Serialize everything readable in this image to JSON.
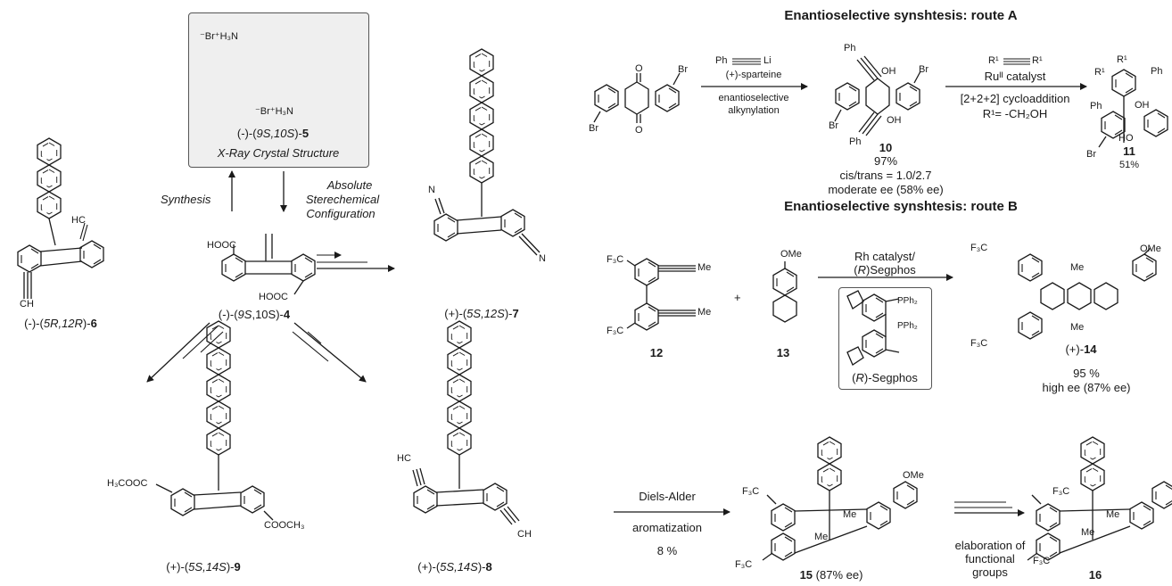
{
  "left": {
    "xray_box": {
      "ammonium_top": "⁻Br⁺H₃N",
      "ammonium_bottom": "⁻Br⁺H₃N",
      "compound_prefix": "(-)-(",
      "compound_config": "9S,10S",
      "compound_close": ")-",
      "compound_num": "5",
      "caption": "X-Ray Crystal Structure"
    },
    "arrow_synthesis": "Synthesis",
    "arrow_absolute_1": "Absolute",
    "arrow_absolute_2": "Sterechemical",
    "arrow_absolute_3": "Configuration",
    "center": {
      "cooh_top": "HOOC",
      "cooh_bottom": "HOOC",
      "label_prefix": "(-)-(",
      "label_config": "9S",
      "label_rest": ",10S)-",
      "label_num": "4"
    },
    "c6": {
      "hc": "HC",
      "ch": "CH",
      "label_prefix": "(-)-(",
      "label_config": "5R,12R",
      "label_close": ")-",
      "label_num": "6"
    },
    "c7": {
      "n_top": "N",
      "n_bottom": "N",
      "label_prefix": "(+)-(",
      "label_config": "5S,12S",
      "label_close": ")-",
      "label_num": "7"
    },
    "c9": {
      "ester_left": "H₃COOC",
      "ester_right": "COOCH₃",
      "label_prefix": "(+)-(",
      "label_config": "5S,14S",
      "label_close": ")-",
      "label_num": "9"
    },
    "c8": {
      "hc": "HC",
      "ch": "CH",
      "label_prefix": "(+)-(",
      "label_config": "5S,14S",
      "label_close": ")-",
      "label_num": "8"
    }
  },
  "route_a": {
    "title": "Enantioselective synshtesis: route A",
    "sm_br_top": "Br",
    "sm_br_bottom": "Br",
    "sm_o_top": "O",
    "sm_o_bottom": "O",
    "reagent_1": "Ph",
    "reagent_1b": "Li",
    "reagent_2": "(+)-sparteine",
    "cond_1": "enantioselective",
    "cond_2": "alkynylation",
    "c10": {
      "ph_top": "Ph",
      "ph_bottom": "Ph",
      "oh_top": "OH",
      "oh_bottom": "OH",
      "br_top": "Br",
      "br_bottom": "Br",
      "num": "10",
      "yield": "97%",
      "ratio": "cis/trans = 1.0/2.7",
      "ee": "moderate ee (58% ee)"
    },
    "reagent_r1_left": "R¹",
    "reagent_r1_right": "R¹",
    "catalyst": "Ruᴵᴵ catalyst",
    "reaction": "[2+2+2] cycloaddition",
    "r1_def": "R¹= -CH₂OH",
    "c11": {
      "r1a": "R¹",
      "r1b": "R¹",
      "ph_a": "Ph",
      "ph_b": "Ph",
      "oh": "OH",
      "ho": "HO",
      "br": "Br",
      "num": "11",
      "yield": "51%"
    }
  },
  "route_b": {
    "title": "Enantioselective synshtesis: route B",
    "c12": {
      "cf3_top": "F₃C",
      "cf3_bottom": "F₃C",
      "me_top": "Me",
      "me_bottom": "Me",
      "num": "12"
    },
    "plus": "+",
    "c13": {
      "ome": "OMe",
      "num": "13"
    },
    "cond_1": "Rh catalyst/",
    "cond_2_prefix": "(",
    "cond_2_r": "R",
    "cond_2_rest": ")Segphos",
    "segphos": {
      "pph2_top": "PPh₂",
      "pph2_bottom": "PPh₂",
      "label_prefix": "(",
      "label_r": "R",
      "label_rest": ")-Segphos"
    },
    "c14": {
      "cf3_top": "F₃C",
      "cf3_bottom": "F₃C",
      "me_top": "Me",
      "me_bottom": "Me",
      "ome": "OMe",
      "label_prefix": "(+)-",
      "label_num": "14",
      "yield": "95 %",
      "ee": "high ee (87% ee)"
    }
  },
  "bottom": {
    "cond_1": "Diels-Alder",
    "cond_2": "aromatization",
    "cond_3": "8 %",
    "c15": {
      "cf3_top": "F₃C",
      "cf3_bottom": "F₃C",
      "me_a": "Me",
      "me_b": "Me",
      "ome": "OMe",
      "num": "15",
      "ee": "(87% ee)"
    },
    "elab_1": "elaboration of",
    "elab_2": "functional",
    "elab_3": "groups",
    "c16": {
      "cf3_top": "F₃C",
      "cf3_bottom": "F₃C",
      "me_a": "Me",
      "me_b": "Me",
      "num": "16"
    }
  }
}
